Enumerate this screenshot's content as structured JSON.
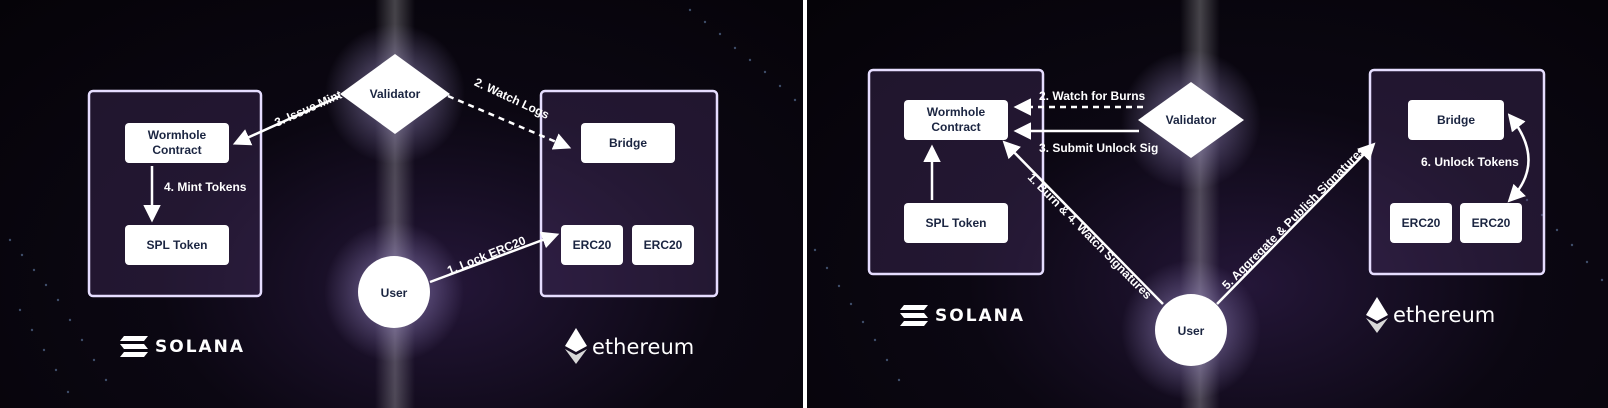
{
  "left": {
    "solana_box": {
      "wormhole": [
        "Wormhole",
        "Contract"
      ],
      "spl": "SPL Token",
      "step": "4. Mint Tokens"
    },
    "ethereum_box": {
      "bridge": "Bridge",
      "erc20_a": "ERC20",
      "erc20_b": "ERC20"
    },
    "validator": "Validator",
    "user": "User",
    "arrows": {
      "issue_mint": "3. Issue Mint",
      "watch_logs": "2. Watch Logs",
      "lock": "1. Lock ERC20"
    },
    "logos": {
      "solana": "SOLANA",
      "ethereum": "ethereum"
    }
  },
  "right": {
    "solana_box": {
      "wormhole": [
        "Wormhole",
        "Contract"
      ],
      "spl": "SPL Token"
    },
    "ethereum_box": {
      "bridge": "Bridge",
      "erc20_a": "ERC20",
      "erc20_b": "ERC20",
      "step": "6. Unlock Tokens"
    },
    "validator": "Validator",
    "user": "User",
    "arrows": {
      "watch_burns": "2. Watch for Burns",
      "submit_unlock": "3. Submit Unlock Sig",
      "burn_watch": "1. Burn & 4. Watch Signatures",
      "aggregate": "5. Aggregate & Publish Signatures"
    },
    "logos": {
      "solana": "SOLANA",
      "ethereum": "ethereum"
    }
  },
  "colors": {
    "background": "#050308",
    "box_border": "#e6ddff",
    "node_fill": "#ffffff",
    "node_text": "#1b2541",
    "accent_glow": "#b69cff"
  }
}
